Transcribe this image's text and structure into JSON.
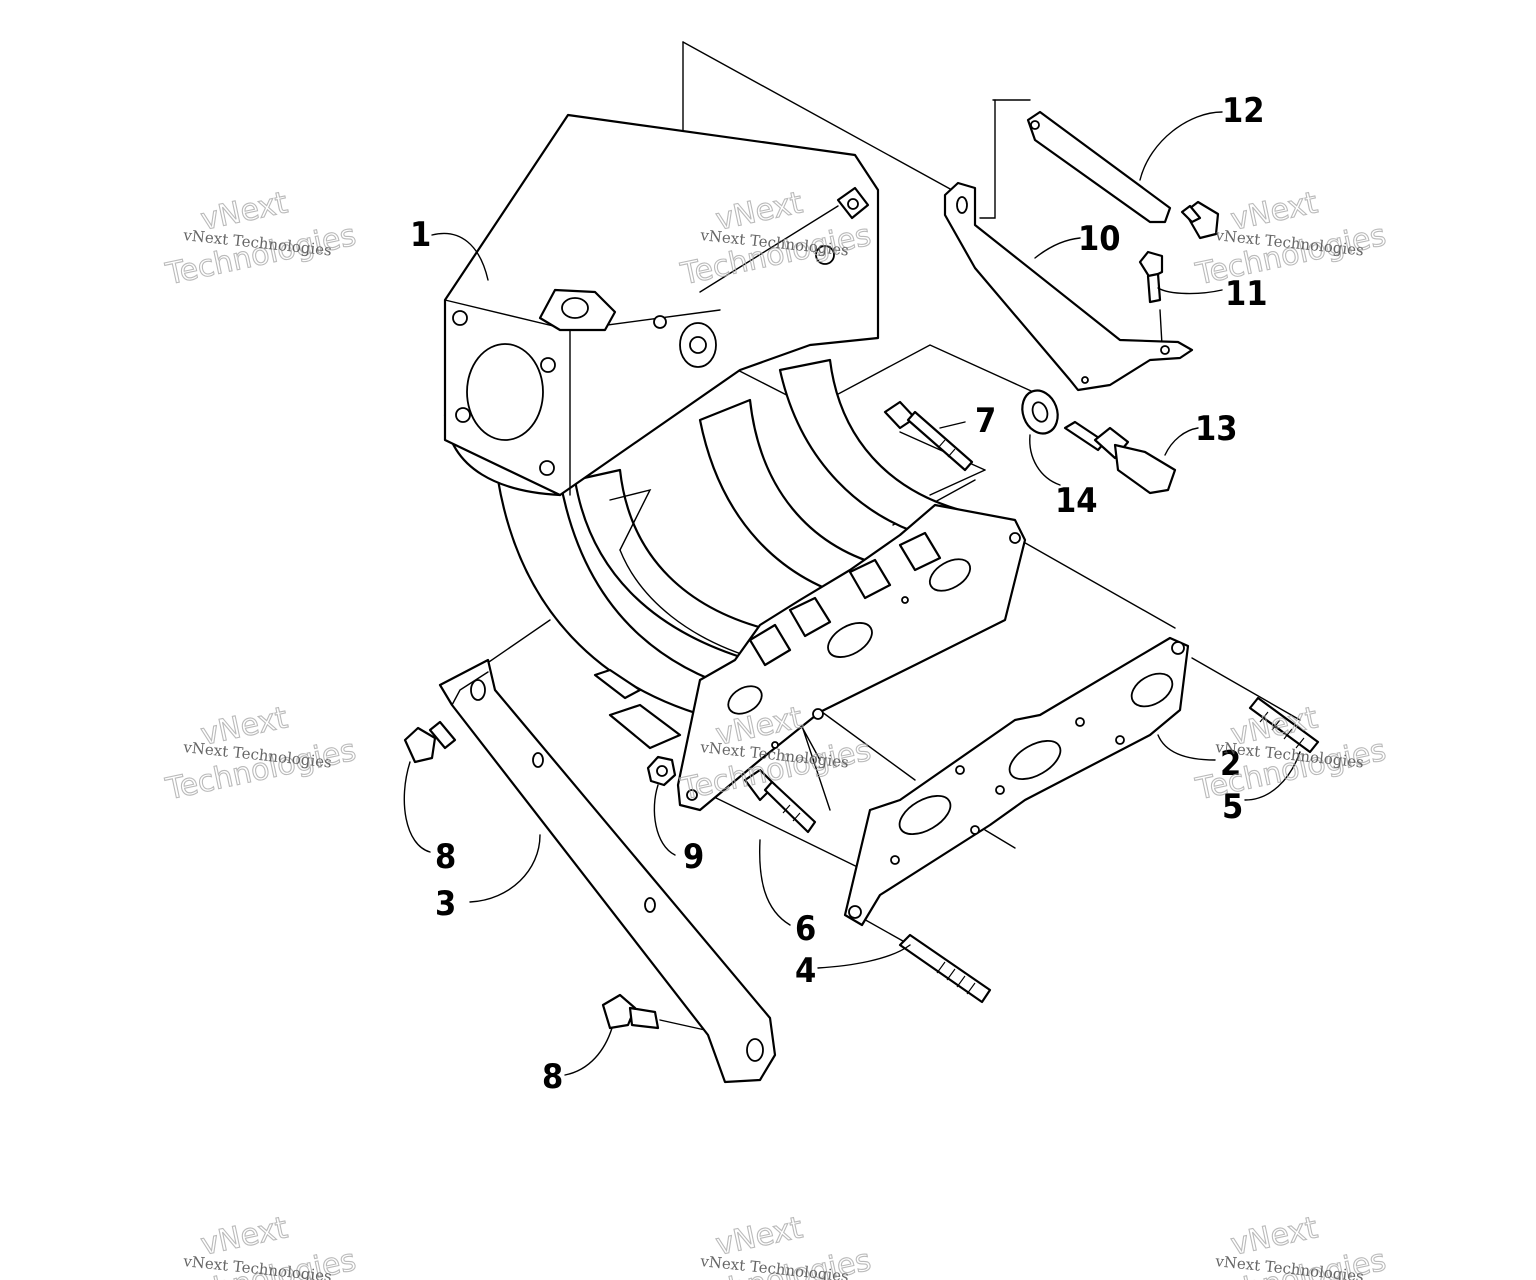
{
  "callouts": {
    "c1": "1",
    "c2": "2",
    "c3": "3",
    "c4": "4",
    "c5": "5",
    "c6": "6",
    "c7": "7",
    "c8a": "8",
    "c8b": "8",
    "c9": "9",
    "c10": "10",
    "c11": "11",
    "c12": "12",
    "c13": "13",
    "c14": "14"
  },
  "watermark": {
    "line1": "vNext Technologies",
    "line2": "vNext",
    "line3": "Technologies"
  }
}
